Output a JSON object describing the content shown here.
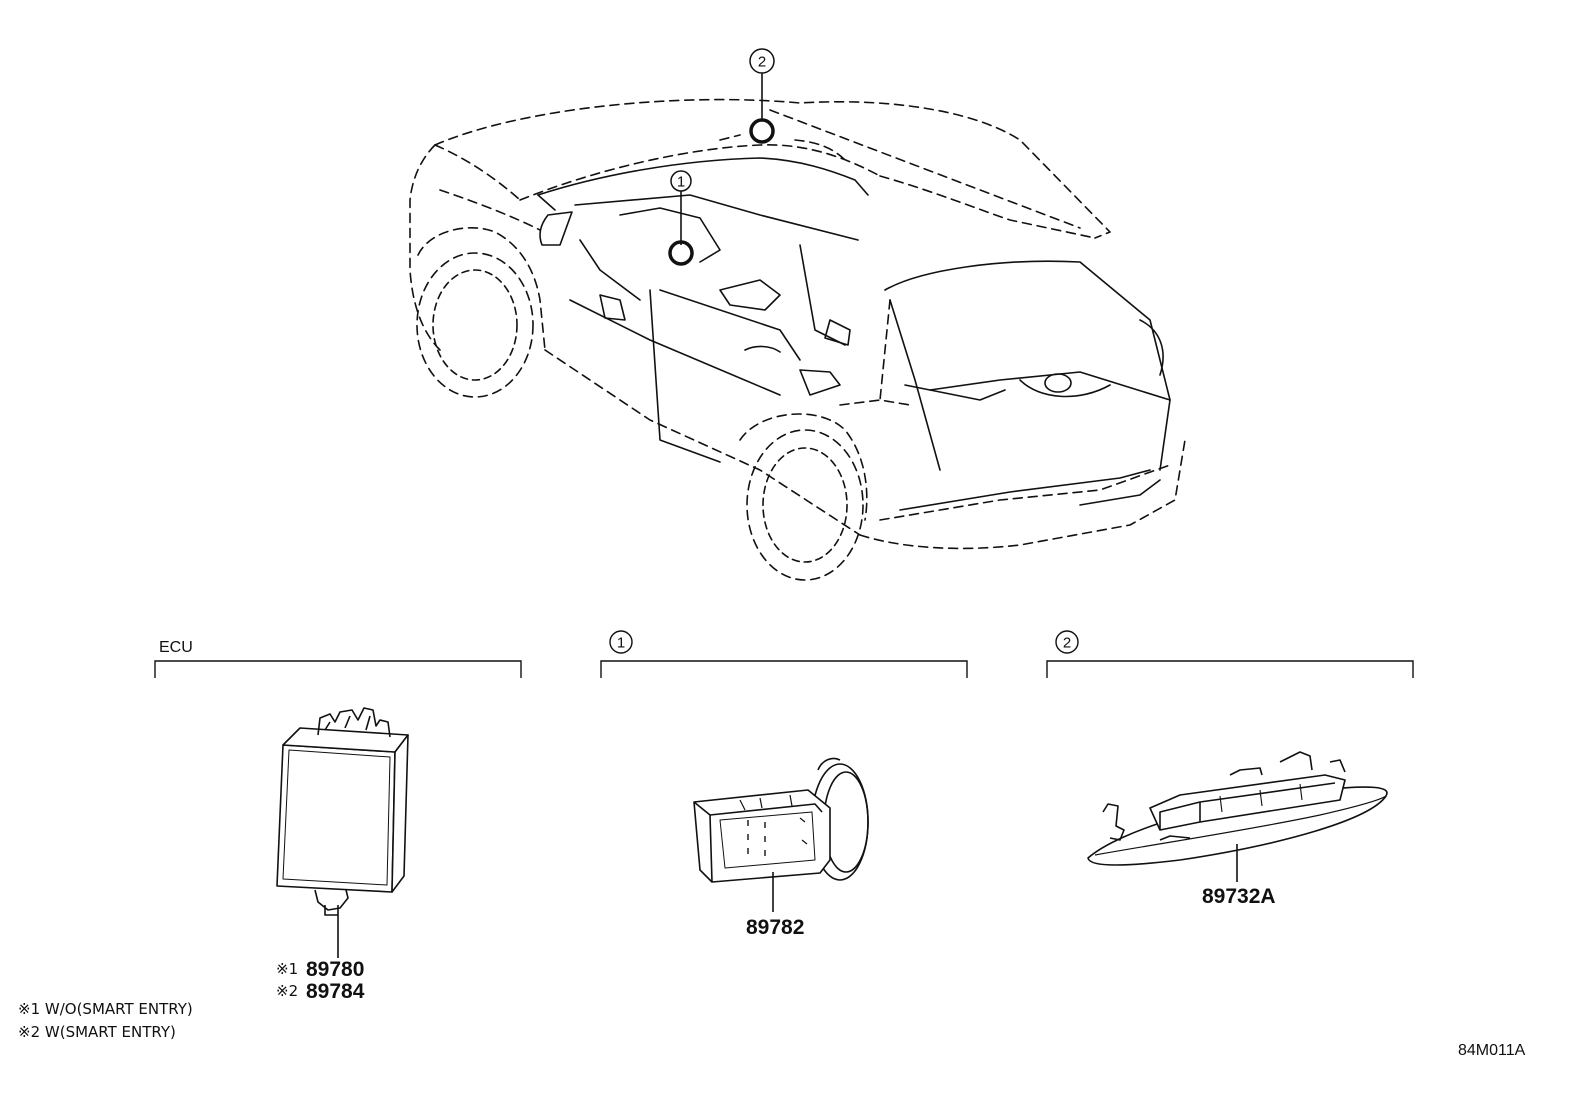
{
  "callouts": {
    "one": "1",
    "two": "2"
  },
  "sections": {
    "ecu": {
      "label": "ECU"
    },
    "one": {
      "marker": "1"
    },
    "two": {
      "marker": "2"
    }
  },
  "parts": {
    "ecu": {
      "note1_mark": "※1",
      "part1": "89780",
      "note2_mark": "※2",
      "part2": "89784"
    },
    "sensor_one": {
      "part": "89782"
    },
    "sensor_two": {
      "part": "89732A"
    }
  },
  "notes": [
    {
      "text": "※1 W/O(SMART ENTRY)"
    },
    {
      "text": "※2 W(SMART ENTRY)"
    }
  ],
  "diagram_code": "84M011A"
}
